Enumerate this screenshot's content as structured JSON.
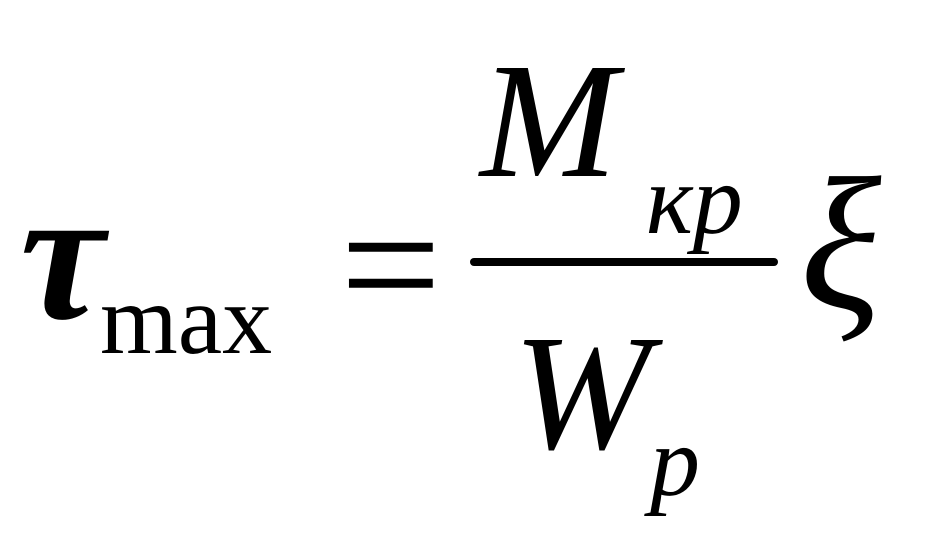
{
  "formula": {
    "lhs": {
      "symbol": "τ",
      "subscript": "max"
    },
    "operator": "=",
    "fraction": {
      "numerator": {
        "symbol": "M",
        "subscript": "кр"
      },
      "denominator": {
        "symbol": "W",
        "subscript": "p"
      }
    },
    "factor": "ξ"
  }
}
